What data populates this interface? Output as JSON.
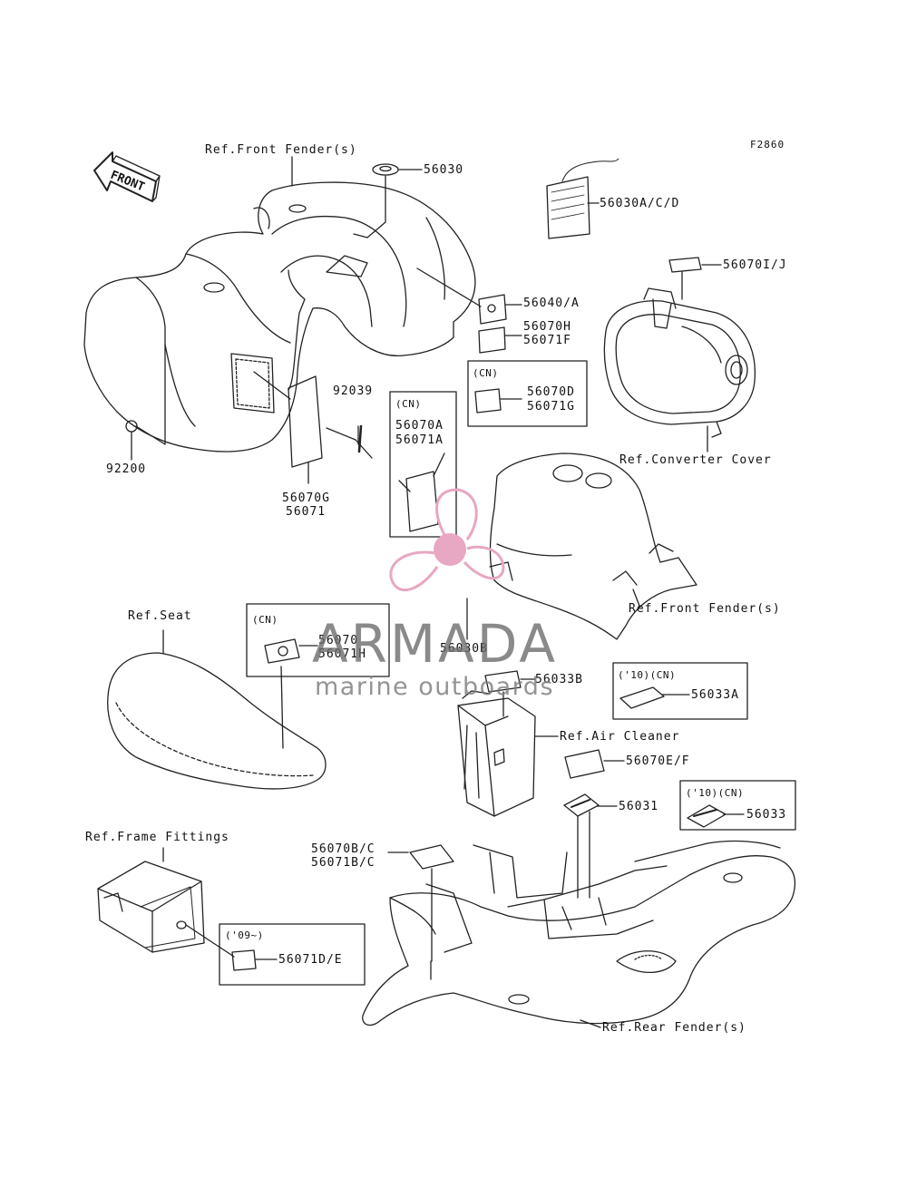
{
  "figure_code": "F2860",
  "direction_arrow": "FRONT",
  "references": {
    "front_fender_top": "Ref.Front Fender(s)",
    "converter_cover": "Ref.Converter Cover",
    "front_fender_mid": "Ref.Front Fender(s)",
    "seat": "Ref.Seat",
    "air_cleaner": "Ref.Air Cleaner",
    "frame_fittings": "Ref.Frame Fittings",
    "rear_fender": "Ref.Rear Fender(s)"
  },
  "parts": {
    "p56030": "56030",
    "p56030acd": "56030A/C/D",
    "p56070ij": "56070I/J",
    "p56040a": "56040/A",
    "p56070h": "56070H",
    "p56071f": "56071F",
    "p56070d": "56070D",
    "p56071g": "56071G",
    "p56070a": "56070A",
    "p56071a": "56071A",
    "p92039": "92039",
    "p92200": "92200",
    "p56070g": "56070G",
    "p56071": "56071",
    "p56070": "56070",
    "p56071h": "56071H",
    "p56030b": "56030B",
    "p56033b": "56033B",
    "p56033a": "56033A",
    "p56070ef": "56070E/F",
    "p56031": "56031",
    "p56033": "56033",
    "p56070bc": "56070B/C",
    "p56071bc": "56071B/C",
    "p56071de": "56071D/E"
  },
  "tags": {
    "cn1": "(CN)",
    "cn2": "(CN)",
    "cn3": "(CN)",
    "y10cn_a": "('10)(CN)",
    "y10cn_b": "('10)(CN)",
    "y09": "('09~)"
  },
  "watermark": {
    "brand": "ARMADA",
    "tagline": "marine outboards",
    "colors": {
      "accent": "#e8a7c3",
      "text": "#6d6d6d"
    }
  }
}
